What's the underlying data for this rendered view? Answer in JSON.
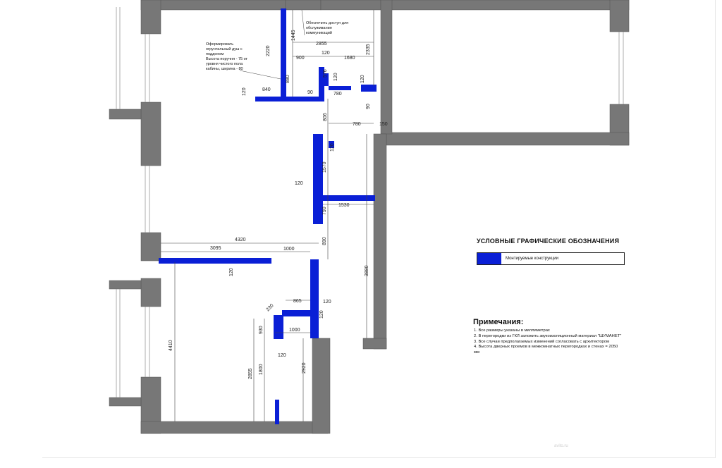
{
  "colors": {
    "wall": "#777777",
    "wall_edge": "#555555",
    "new_construction": "#0a1fd6",
    "dimension_line": "#444444"
  },
  "legend": {
    "title": "УСЛОВНЫЕ ГРАФИЧЕСКИЕ ОБОЗНАЧЕНИЯ",
    "item_label": "Монтируемые конструкции"
  },
  "notes": {
    "title": "Примечания:",
    "items": [
      "1. Все размеры указаны в миллиметрах",
      "2. В перегородки из ГКЛ заложить звукоизоляционный материал \"ШУМАНЕТ\"",
      "3. Все случаи предполагаемых изменений согласовать с архитектором",
      "4. Высота дверных проемов в межкомнатных перегородках и стенах = 2050 мм"
    ]
  },
  "annotations": {
    "kitchen_note": [
      "Оформировать",
      "огрунтальный душ с",
      "поддоном",
      "Высота поручня - 75 от",
      "уровня чистого пола",
      "кабины, ширина - 80"
    ],
    "access_note": [
      "Обеспечить доступ для",
      "обслуживания",
      "коммуникаций"
    ]
  },
  "dimensions": [
    "1445",
    "2220",
    "2855",
    "900",
    "120",
    "1680",
    "2335",
    "576",
    "120",
    "840",
    "880",
    "90",
    "780",
    "120",
    "120",
    "90",
    "780",
    "150",
    "806",
    "120",
    "1570",
    "120",
    "790",
    "1530",
    "4320",
    "3095",
    "1000",
    "890",
    "120",
    "3880",
    "120",
    "865",
    "120",
    "230",
    "1000",
    "120",
    "930",
    "4410",
    "2855",
    "1800",
    "2920"
  ],
  "watermark": "avito.ru"
}
